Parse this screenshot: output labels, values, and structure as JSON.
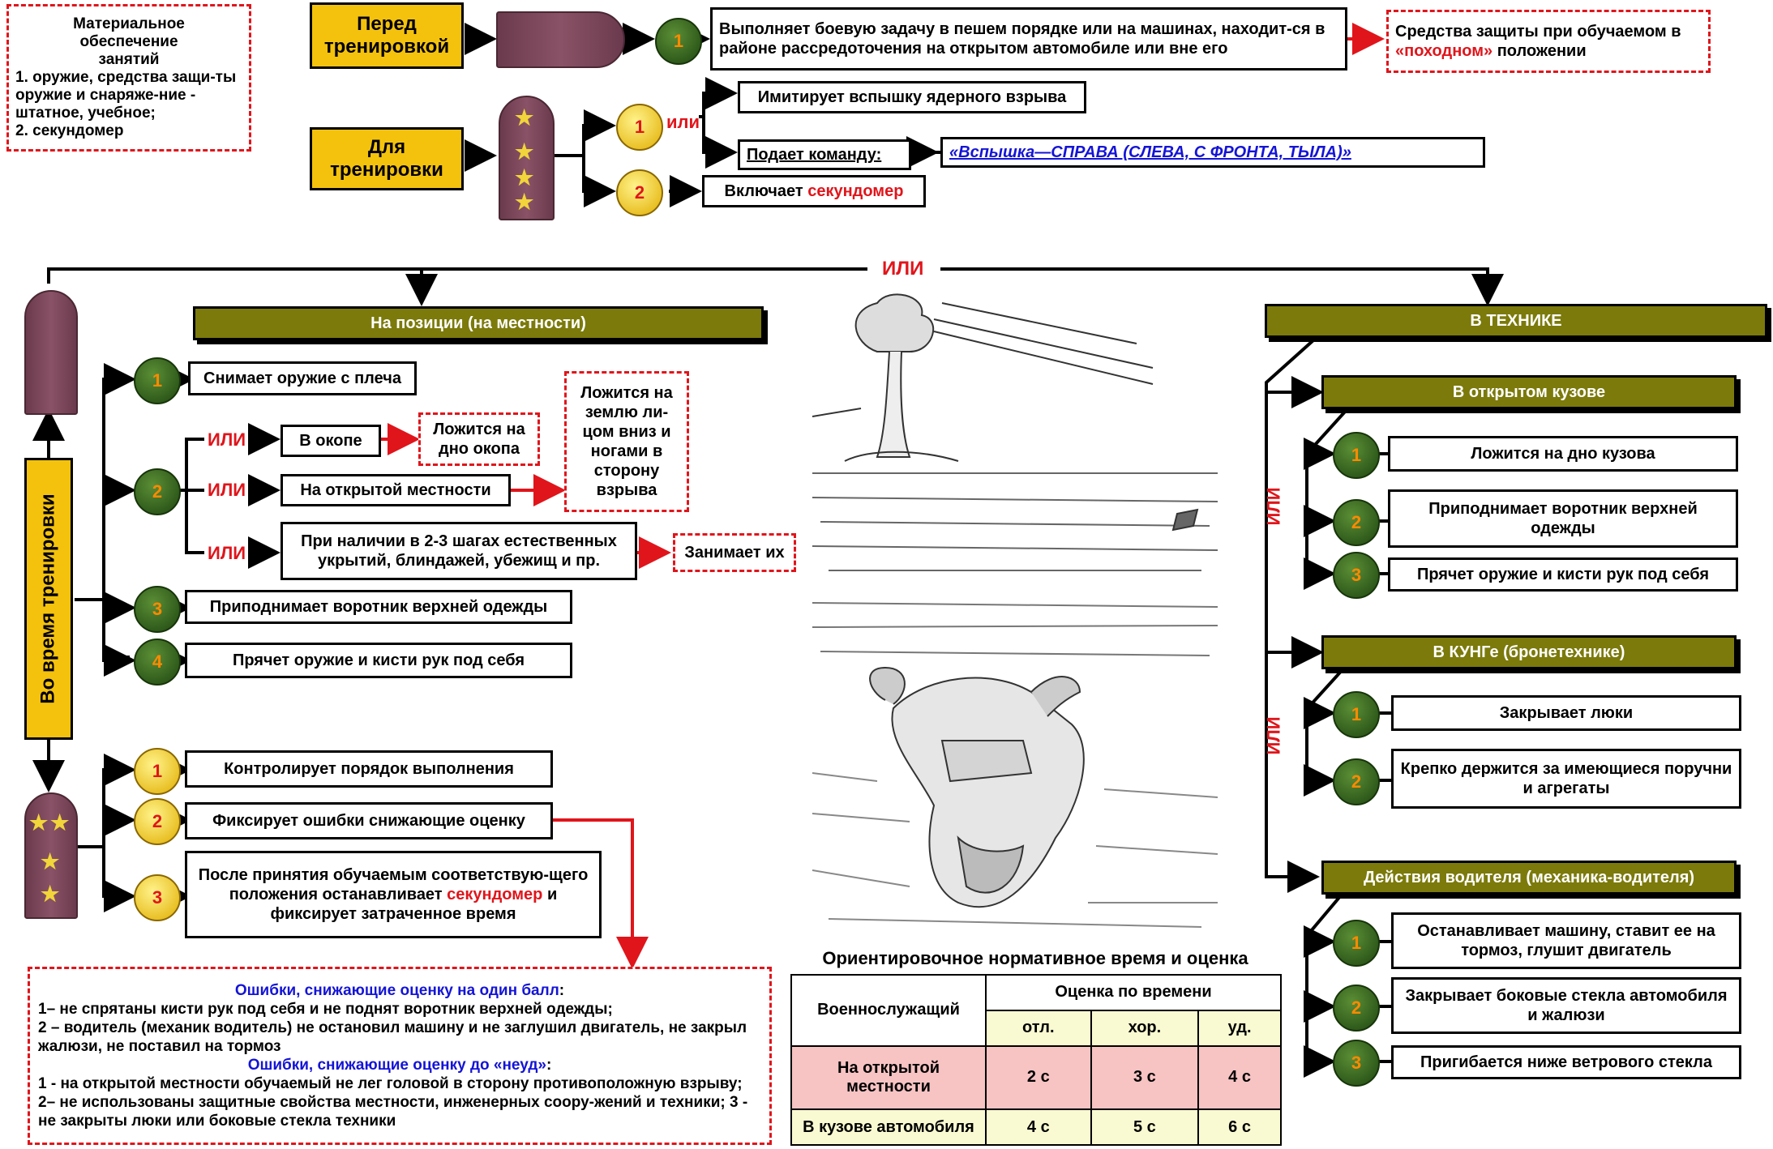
{
  "support_box": {
    "title": "Материальное обеспечение занятий",
    "item1": "1.  оружие, средства защи-ты оружие и снаряже-ние - штатное, учебное;",
    "item2": "2.  секундомер"
  },
  "before": {
    "label": "Перед тренировкой",
    "num": "1",
    "text": "Выполняет боевую задачу в пешем порядке или на машинах, находит-ся в районе рассредоточения на открытом автомобиле или вне его",
    "protection_prefix": "Средства защиты при обучаемом в",
    "protection_highlight": "«походном»",
    "protection_suffix": "положении"
  },
  "for_training": {
    "label": "Для тренировки",
    "num1": "1",
    "num2": "2",
    "ili": "или",
    "imitate": "Имитирует вспышку ядерного взрыва",
    "command": "Подает команду:",
    "command_text": "«Вспышка—СПРАВА (СЛЕВА, С ФРОНТА, ТЫЛА)»",
    "stopwatch_prefix": "Включает",
    "stopwatch": "секундомер"
  },
  "ili_top": "ИЛИ",
  "during_label": "Во время тренировки",
  "position": {
    "header": "На позиции (на местности)",
    "n1": "1",
    "n2": "2",
    "n3": "3",
    "n4": "4",
    "ili": "ИЛИ",
    "s1": "Снимает оружие с плеча",
    "trench": "В окопе",
    "trench_result": "Ложится на дно окопа",
    "open": "На открытой местности",
    "open_result": "Ложится на землю ли-цом вниз и ногами в сторону взрыва",
    "cover": "При наличии в 2-3 шагах естественных укрытий, блиндажей, убежищ и пр.",
    "cover_result": "Занимает их",
    "s3": "Приподнимает воротник верхней одежды",
    "s4": "Прячет оружие и кисти рук  под себя"
  },
  "control": {
    "n1": "1",
    "n2": "2",
    "n3": "3",
    "c1": "Контролирует порядок выполнения",
    "c2": "Фиксирует ошибки  снижающие оценку",
    "c3_a": "После принятия обучаемым соответствую-щего положения останавливает",
    "c3_b": "секундомер",
    "c3_c": "и фиксирует затраченное время"
  },
  "errors": {
    "title1": "Ошибки, снижающие оценку на один балл",
    "l1": "1– не спрятаны кисти рук под себя и не поднят воротник верхней одежды;",
    "l2": "2 – водитель (механик водитель) не остановил машину и не заглушил двигатель, не закрыл жалюзи, не поставил на тормоз",
    "title2": "Ошибки, снижающие оценку до «неуд»",
    "l3": "1 - на открытой местности обучаемый не лег головой в сторону противоположную взрыву; 2– не использованы защитные свойства местности, инженерных соору-жений и техники; 3 - не закрыты люки или боковые стекла техники"
  },
  "table": {
    "title": "Ориентировочное  нормативное время и оценка",
    "col_person": "Военнослужащий",
    "col_grade": "Оценка по времени",
    "g1": "отл.",
    "g2": "хор.",
    "g3": "уд.",
    "rows": [
      {
        "label": "На открытой местности",
        "v1": "2 с",
        "v2": "3 с",
        "v3": "4 с"
      },
      {
        "label": "В кузове автомобиля",
        "v1": "4 с",
        "v2": "5 с",
        "v3": "6 с"
      }
    ]
  },
  "vehicle": {
    "header": "В ТЕХНИКЕ",
    "ili": "ИЛИ",
    "open_body": "В открытом кузове",
    "ob1": "Ложится на дно кузова",
    "ob2": "Приподнимает  воротник верхней одежды",
    "ob3": "Прячет оружие и кисти рук под себя",
    "kung": "В КУНГе (бронетехнике)",
    "k1": "Закрывает люки",
    "k2": "Крепко держится за имеющиеся поручни и агрегаты",
    "driver": "Действия водителя (механика-водителя)",
    "d1": "Останавливает машину, ставит ее на тормоз, глушит двигатель",
    "d2": "Закрывает боковые стекла автомобиля и жалюзи",
    "d3": "Пригибается ниже ветрового стекла",
    "n1": "1",
    "n2": "2",
    "n3": "3"
  },
  "colors": {
    "yellow": "#f4c20d",
    "olive": "#7b7a0b",
    "red": "#e0151b",
    "blue": "#1414d6",
    "pink": "#f7c3c3",
    "cream": "#fafad2"
  }
}
